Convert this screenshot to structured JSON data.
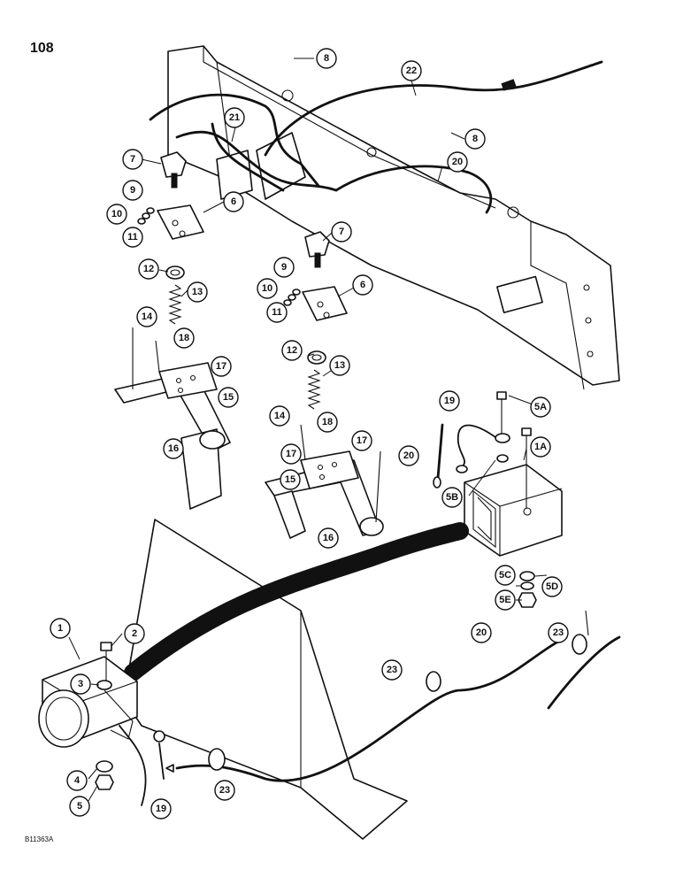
{
  "page": {
    "number": "108",
    "figure_code": "B11363A"
  },
  "callouts": [
    "8",
    "22",
    "21",
    "7",
    "9",
    "10",
    "11",
    "6",
    "12",
    "13",
    "14",
    "18",
    "17",
    "15",
    "16",
    "8",
    "20",
    "7",
    "9",
    "10",
    "11",
    "6",
    "12",
    "13",
    "14",
    "18",
    "17",
    "17",
    "15",
    "16",
    "19",
    "5A",
    "20",
    "5B",
    "1A",
    "5C",
    "5D",
    "5E",
    "1",
    "2",
    "3",
    "4",
    "5",
    "19",
    "23",
    "20",
    "23",
    "23"
  ]
}
